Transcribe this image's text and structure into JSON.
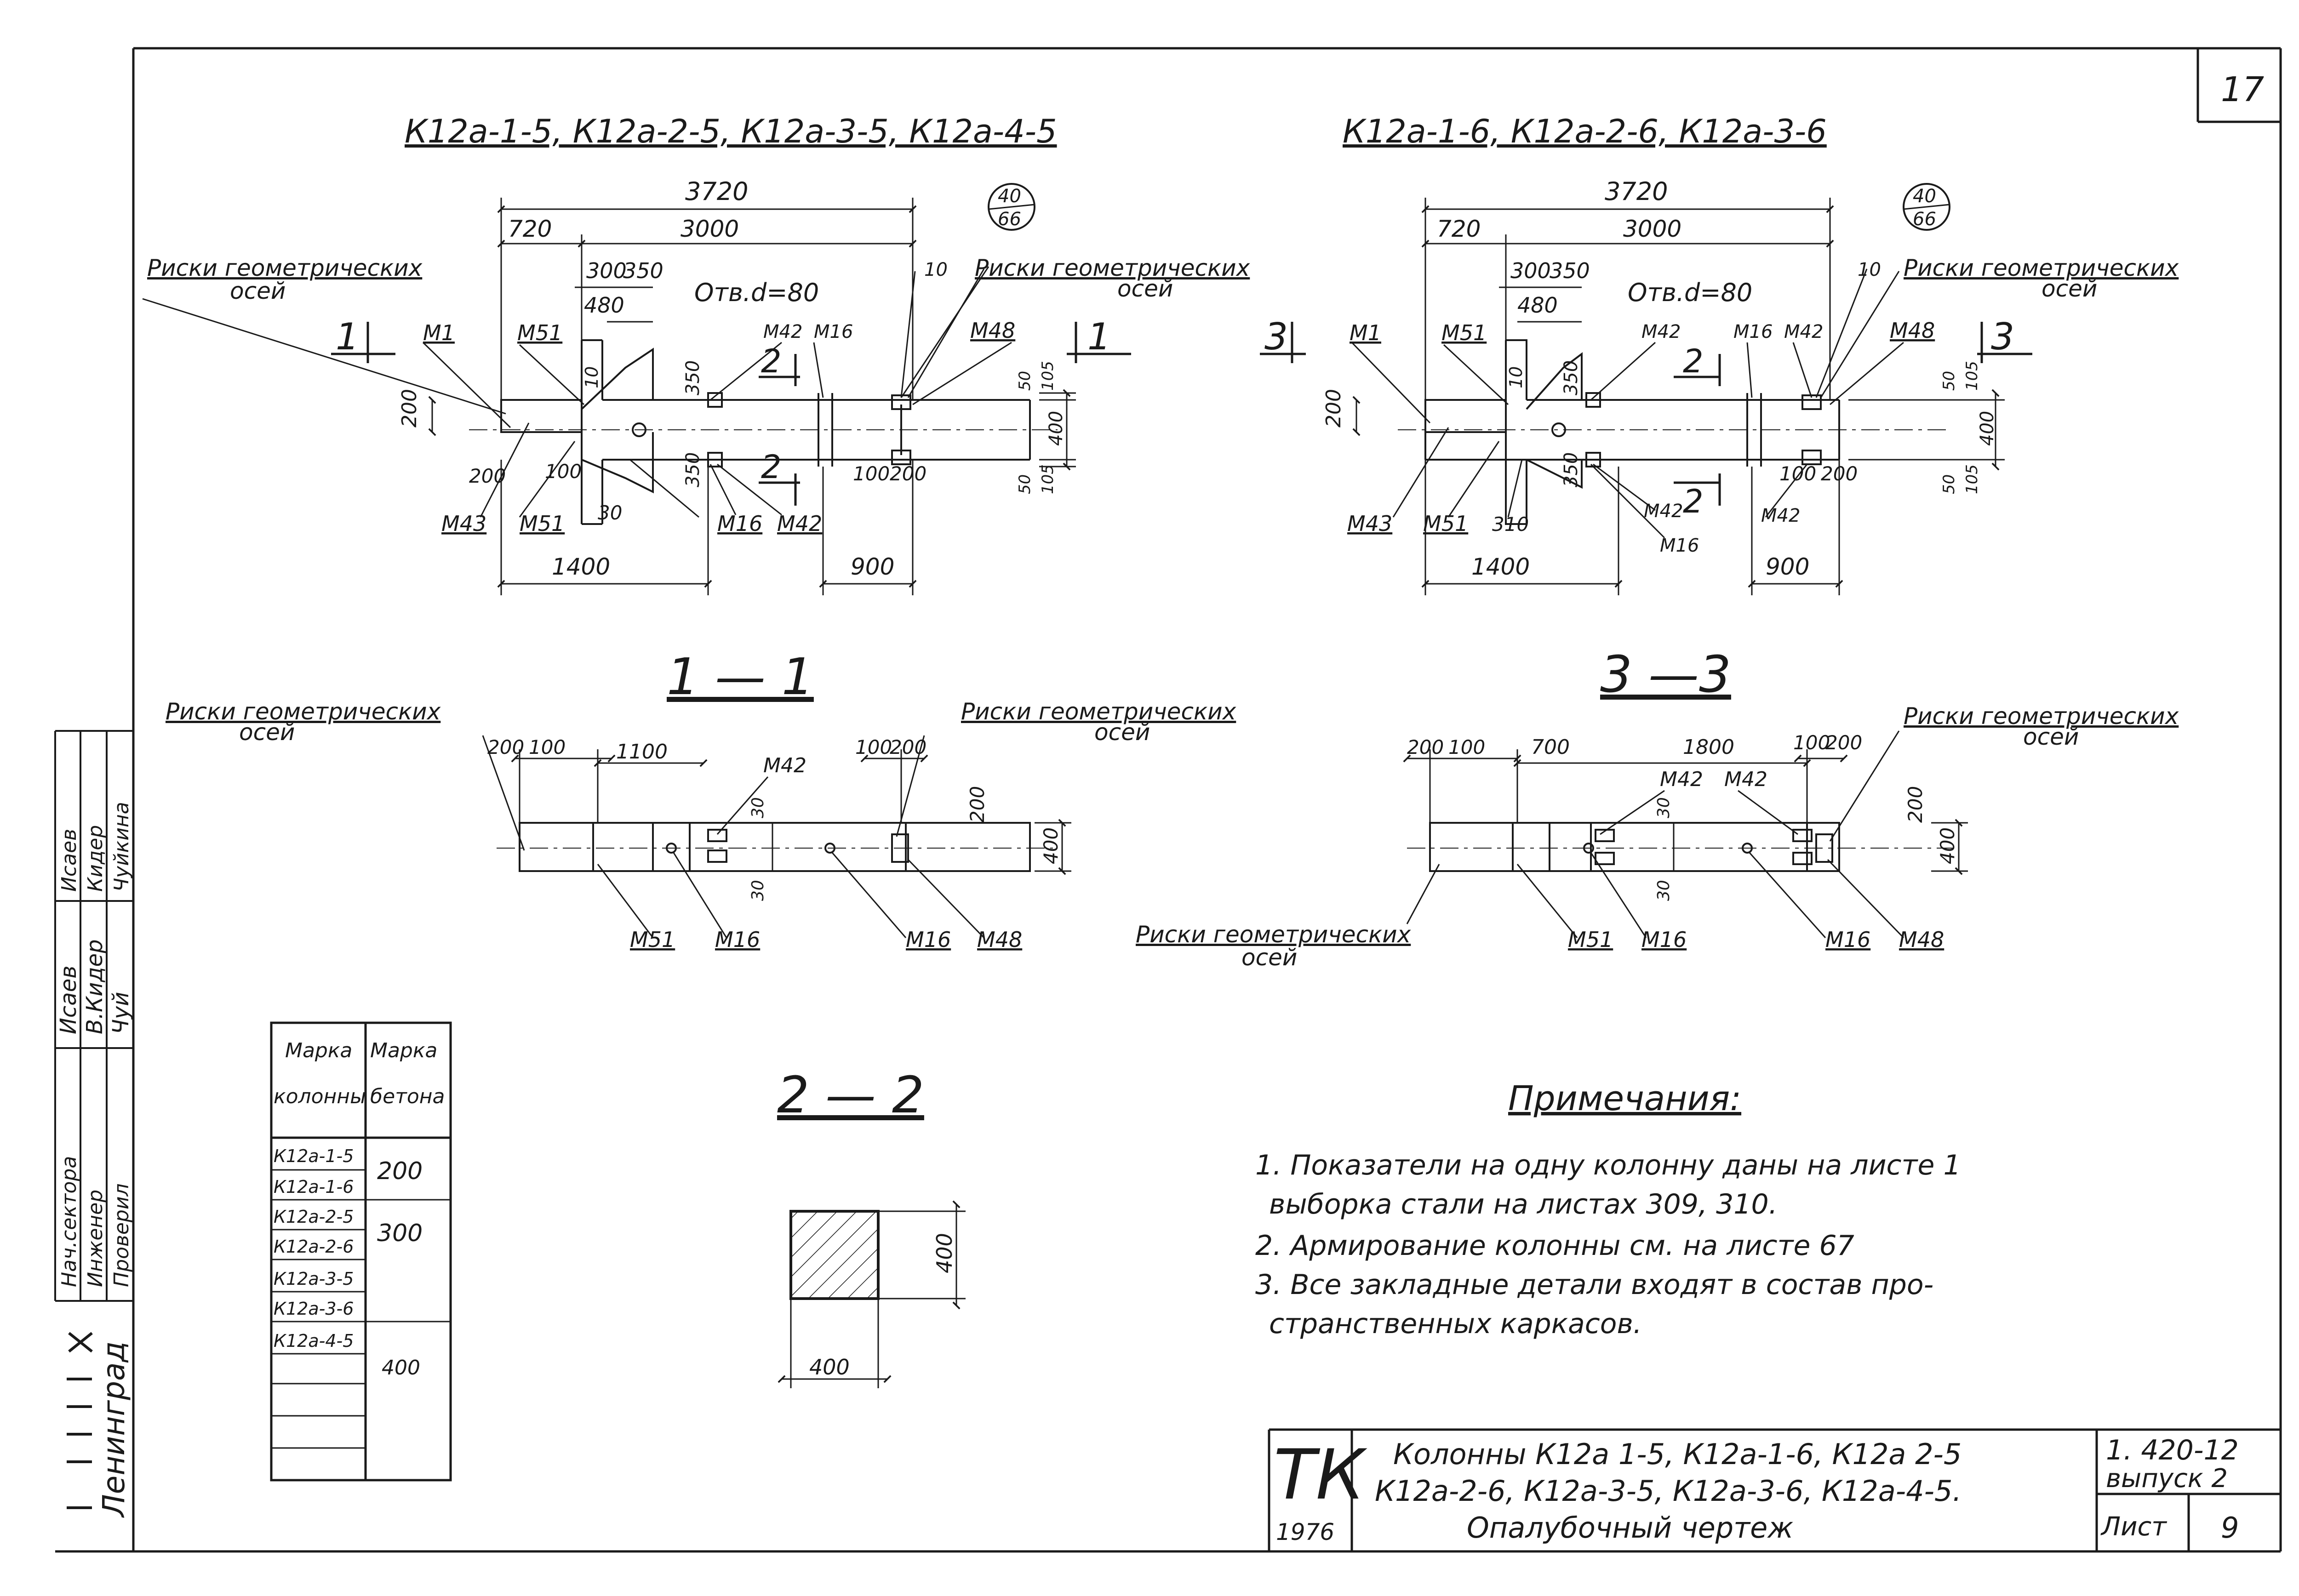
{
  "page_number": "17",
  "views": {
    "left": {
      "title": "К12а-1-5, К12а-2-5, К12а-3-5, К12а-4-5",
      "dims": {
        "overall": "3720",
        "left_part": "720",
        "right_part": "3000",
        "d300": "300",
        "d350": "350",
        "d480": "480",
        "hole": "Отв.d=80",
        "d10_top": "10",
        "d10_mid": "10",
        "d200_side": "200",
        "d350_top": "350",
        "d350_bot": "350",
        "d50_top": "50",
        "d105_top": "105",
        "d400": "400",
        "d50_bot": "50",
        "d105_bot": "105",
        "d200_bl": "200",
        "d100": "100",
        "d30": "30",
        "d100_br": "100",
        "d200_br": "200",
        "d1400": "1400",
        "d900": "900"
      },
      "labels": {
        "m1": "М1",
        "m51_top": "М51",
        "m42_top": "М42",
        "m16_top": "М16",
        "m48": "М48",
        "m43": "М43",
        "m51_bot": "М51",
        "m16_bot": "М16",
        "m42_bot": "М42"
      },
      "risks_left": [
        "Риски геометрических",
        "осей"
      ],
      "risks_right": [
        "Риски геометрических",
        "осей"
      ],
      "cut_a": "1",
      "cut_b": "1",
      "cut_c_top": "2",
      "cut_c_bot": "2",
      "balloon_top": "40",
      "balloon_bot": "66"
    },
    "right": {
      "title": "К12а-1-6, К12а-2-6, К12а-3-6",
      "dims": {
        "overall": "3720",
        "left_part": "720",
        "right_part": "3000",
        "d300": "300",
        "d350": "350",
        "d480": "480",
        "hole": "Отв.d=80",
        "d10_top": "10",
        "d10_mid": "10",
        "d200_side": "200",
        "d350_top": "350",
        "d350_bot": "350",
        "d50_top": "50",
        "d105_top": "105",
        "d400": "400",
        "d50_bot": "50",
        "d105_bot": "105",
        "d310": "310",
        "d100_br": "100",
        "d200_br": "200",
        "d1400": "1400",
        "d900": "900"
      },
      "labels": {
        "m1": "М1",
        "m51_top": "М51",
        "m42_top": "М42",
        "m16_top": "М16",
        "m42_top2": "М42",
        "m48": "М48",
        "m43": "М43",
        "m51_bot": "М51",
        "m42_bot": "М42",
        "m16_bot": "М16",
        "m42_bot2": "М42"
      },
      "risks_right": [
        "Риски геометрических",
        "осей"
      ],
      "cut_a": "3",
      "cut_b": "3",
      "cut_c_top": "2",
      "cut_c_bot": "2",
      "balloon_top": "40",
      "balloon_bot": "66"
    }
  },
  "sections": {
    "s11": {
      "title": "1 — 1",
      "dims": {
        "d200": "200",
        "d100": "100",
        "d1100": "1100",
        "d100r": "100",
        "d200r": "200",
        "d30a": "30",
        "d30b": "30",
        "h200": "200",
        "h400": "400"
      },
      "labels": {
        "m42": "М42",
        "m51": "М51",
        "m16a": "М16",
        "m16b": "М16",
        "m48": "М48"
      },
      "risks_left": [
        "Риски геометрических",
        "осей"
      ],
      "risks_right": [
        "Риски геометрических",
        "осей"
      ]
    },
    "s33": {
      "title": "3 —3",
      "dims": {
        "d200": "200",
        "d100": "100",
        "d700": "700",
        "d1800": "1800",
        "d100r": "100",
        "d200r": "200",
        "d30a": "30",
        "d30b": "30",
        "h200": "200",
        "h400": "400"
      },
      "labels": {
        "m42a": "М42",
        "m42b": "М42",
        "m51": "М51",
        "m16a": "М16",
        "m16b": "М16",
        "m48": "М48"
      },
      "risks_right": [
        "Риски геометрических",
        "осей"
      ],
      "risks_bottom": [
        "Риски геометрических",
        "осей"
      ]
    },
    "s22": {
      "title": "2 — 2",
      "w": "400",
      "h": "400"
    }
  },
  "concrete_table": {
    "header": [
      [
        "Марка",
        "колонны"
      ],
      [
        "Марка",
        "бетона"
      ]
    ],
    "columns": [
      "К12а-1-5",
      "К12а-1-6",
      "К12а-2-5",
      "К12а-2-6",
      "К12а-3-5",
      "К12а-3-6",
      "К12а-4-5"
    ],
    "grades": [
      "200",
      "300",
      "400"
    ]
  },
  "notes": {
    "title": "Примечания:",
    "lines": [
      "1. Показатели на одну колонну даны на листе 1",
      "выборка стали на листах 309, 310.",
      "2. Армирование колонны см. на листе 67",
      "3. Все закладные детали входят в состав про-",
      "странственных каркасов."
    ]
  },
  "sidebar": {
    "roles": [
      "Нач.сектора",
      "Инженер",
      "Проверил"
    ],
    "signatures": [
      "Исаев",
      "Кидер",
      "Чуйкина"
    ],
    "signature_marks": [
      "Исаев",
      "В.Кидер",
      "Чуй"
    ],
    "org": "Ленинград"
  },
  "title_block": {
    "logo": "ТК",
    "year": "1976",
    "title_lines": [
      "Колонны  К12а 1-5, К12а-1-6, К12а 2-5",
      "К12а-2-6, К12а-3-5, К12а-3-6, К12а-4-5.",
      "Опалубочный чертеж"
    ],
    "series": "1. 420-12",
    "issue": "выпуск 2",
    "sheet_label": "Лист",
    "sheet_no": "9"
  }
}
